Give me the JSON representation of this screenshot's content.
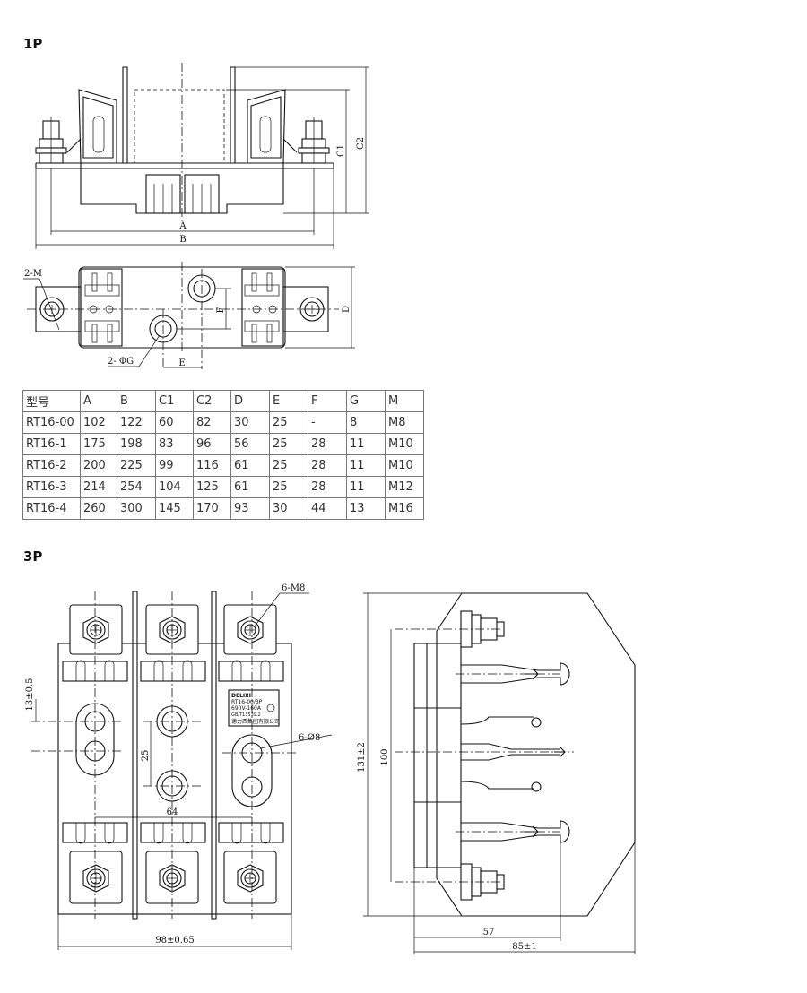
{
  "headings": {
    "one_pole": "1P",
    "three_pole": "3P"
  },
  "dims_1p": {
    "A": "A",
    "B": "B",
    "C1": "C1",
    "C2": "C2",
    "D": "D",
    "E": "E",
    "F": "F",
    "M": "2-M",
    "G": "2- ΦG"
  },
  "table": {
    "headers": [
      "型号",
      "A",
      "B",
      "C1",
      "C2",
      "D",
      "E",
      "F",
      "G",
      "M"
    ],
    "rows": [
      [
        "RT16-00",
        "102",
        "122",
        "60",
        "82",
        "30",
        "25",
        "-",
        "8",
        "M8"
      ],
      [
        "RT16-1",
        "175",
        "198",
        "83",
        "96",
        "56",
        "25",
        "28",
        "11",
        "M10"
      ],
      [
        "RT16-2",
        "200",
        "225",
        "99",
        "116",
        "61",
        "25",
        "28",
        "11",
        "M10"
      ],
      [
        "RT16-3",
        "214",
        "254",
        "104",
        "125",
        "61",
        "25",
        "28",
        "11",
        "M12"
      ],
      [
        "RT16-4",
        "260",
        "300",
        "145",
        "170",
        "93",
        "30",
        "44",
        "13",
        "M16"
      ]
    ]
  },
  "dims_3p": {
    "m8": "6-M8",
    "hole": "6-Ø8",
    "offset": "13±0.5",
    "spacing25": "25",
    "spacing64": "64",
    "width": "98±0.65",
    "height131": "131±2",
    "height100": "100",
    "depth57": "57",
    "depth85": "85±1"
  },
  "label_plate": [
    "DELIXI",
    "RT16-00/3P",
    "690V-160A",
    "GB/T13539.2",
    "德力西集团有限公司"
  ]
}
